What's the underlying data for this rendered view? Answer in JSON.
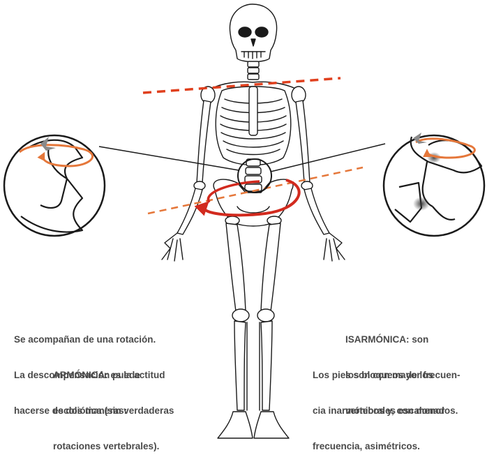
{
  "captions": {
    "left_intro": [
      "Se acompañan de una rotación.",
      "La descompensación puede",
      "hacerse de dos maneras:"
    ],
    "left_armonica": [
      "ARMÓNICA: es la actitud",
      "escoliótica (sin verdaderas",
      "rotaciones vertebrales)."
    ],
    "right_isarmonica": [
      "ISARMÓNICA: son",
      "los bloqueos de los",
      "vertebrales escalonados."
    ],
    "right_pies": [
      "Los pies son con mayor frecuen-",
      "cia inarmónicos y, con menor",
      "frecuencia, asimétricos."
    ]
  },
  "colors": {
    "dashed_line": "#e0401e",
    "rotation_arrow": "#d22a1e",
    "inset_arrow": "#e5773a",
    "caption_text": "#4a4a4a",
    "bone_outline": "#1a1a1a"
  },
  "icons": {
    "skeleton": "human-skeleton-illustration",
    "left_inset": "harmonic-vertebra-magnifier",
    "right_inset": "disharmonic-vertebra-magnifier"
  }
}
